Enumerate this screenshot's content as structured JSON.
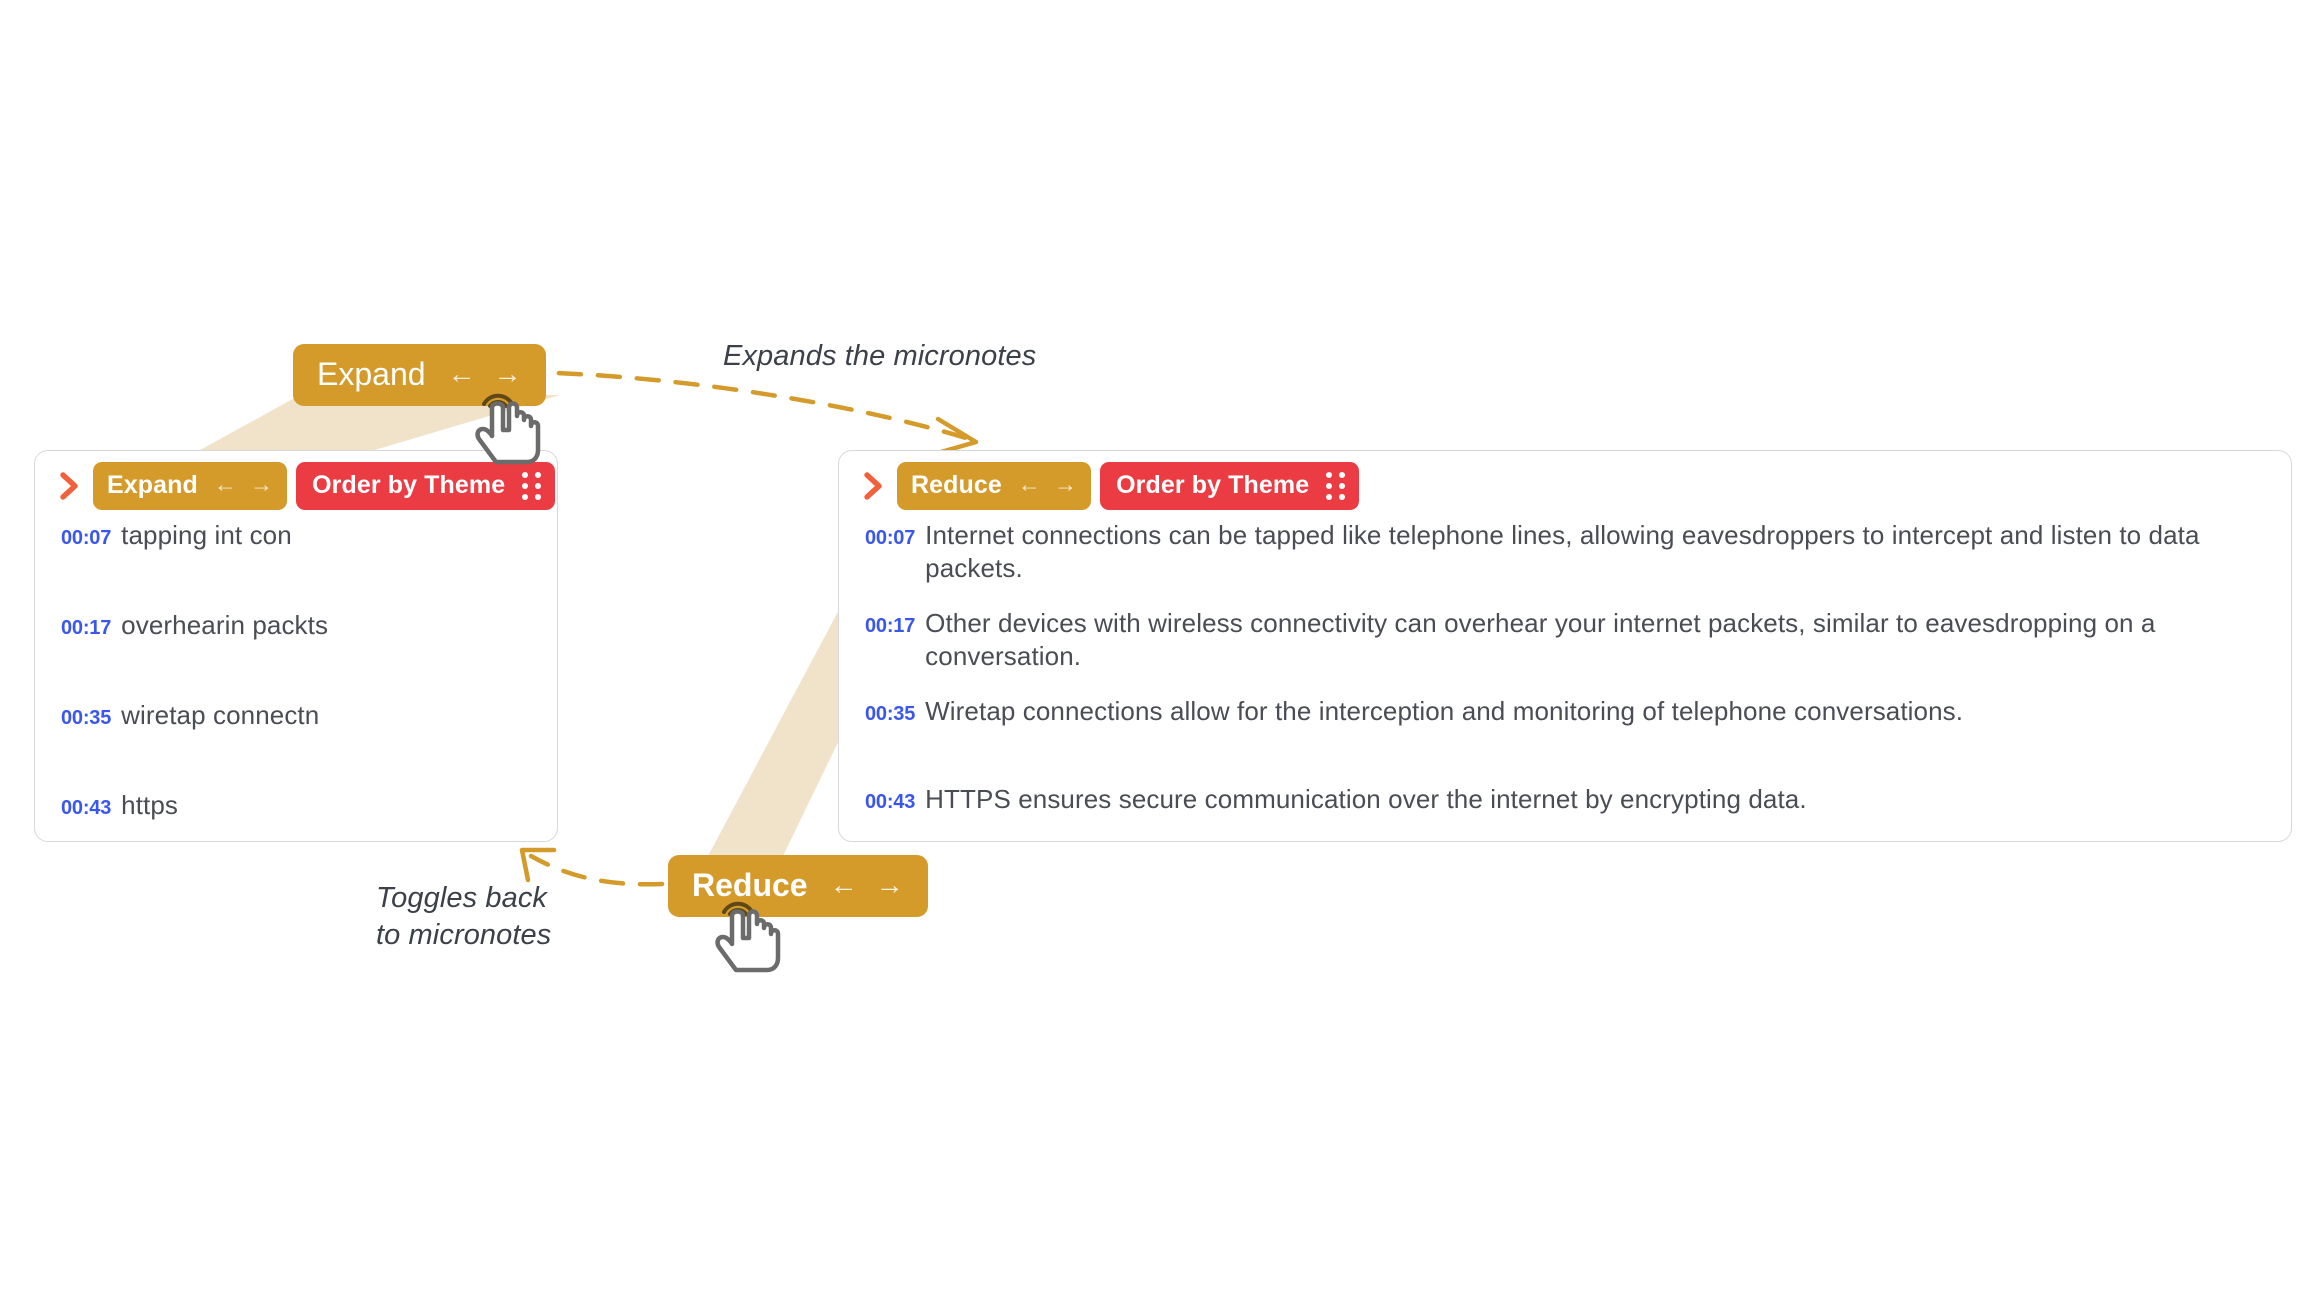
{
  "theme": {
    "amber": "#d49b2b",
    "red": "#eb3c43",
    "chevron_red": "#f2603c",
    "timestamp_blue": "#3a56f0",
    "note_text": "#4a4d54",
    "panel_border": "#d8d8d8",
    "spotlight_beige": "#f0e3c9",
    "dashed_arrow": "#d49b2b",
    "annotation_text": "#3c4049",
    "cursor_outline": "#6b6b6b"
  },
  "panels": {
    "micronotes": {
      "name": "micronotes-panel",
      "toggle_label": "Expand",
      "order_label": "Order by Theme",
      "prev_arrow": "←",
      "next_arrow": "→",
      "chevron_icon": "chevron-right-icon",
      "grip_icon": "drag-handle-icon",
      "notes": [
        {
          "time": "00:07",
          "text": "tapping int con"
        },
        {
          "time": "00:17",
          "text": "overhearin packts"
        },
        {
          "time": "00:35",
          "text": "wiretap connectn"
        },
        {
          "time": "00:43",
          "text": "https"
        }
      ]
    },
    "expanded": {
      "name": "expanded-notes-panel",
      "toggle_label": "Reduce",
      "order_label": "Order by Theme",
      "prev_arrow": "←",
      "next_arrow": "→",
      "chevron_icon": "chevron-right-icon",
      "grip_icon": "drag-handle-icon",
      "notes": [
        {
          "time": "00:07",
          "text": "Internet connections can be tapped like telephone lines, allowing eavesdroppers to intercept and listen to data packets."
        },
        {
          "time": "00:17",
          "text": "Other devices with wireless connectivity can overhear your internet packets, similar to eavesdropping on a conversation."
        },
        {
          "time": "00:35",
          "text": "Wiretap connections allow for the interception and monitoring of telephone conversations."
        },
        {
          "time": "00:43",
          "text": "HTTPS ensures secure communication over the internet by encrypting data."
        }
      ]
    }
  },
  "callouts": {
    "expand_button": {
      "label": "Expand",
      "prev_arrow": "←",
      "next_arrow": "→"
    },
    "reduce_button": {
      "label": "Reduce",
      "prev_arrow": "←",
      "next_arrow": "→"
    }
  },
  "annotations": {
    "expand_note": "Expands the micronotes",
    "reduce_note": "Toggles back\nto micronotes"
  }
}
